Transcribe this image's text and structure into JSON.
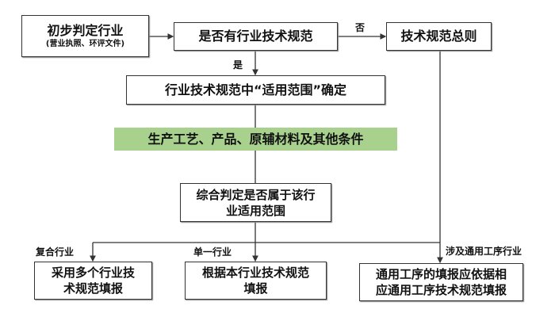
{
  "nodes": {
    "initial": {
      "title": "初步判定行业",
      "subtitle": "(营业执照、环评文件)"
    },
    "has_spec": "是否有行业技术规范",
    "general_rules": "技术规范总则",
    "scope": "行业技术规范中“适用范围”确定",
    "conditions": "生产工艺、产品、原辅材料及其他条件",
    "judge": [
      "综合判定是否属于该行",
      "业适用范围"
    ],
    "multi": [
      "采用多个行业技",
      "术规范填报"
    ],
    "single": [
      "根据本行业技术规范",
      "填报"
    ],
    "common": [
      "通用工序的填报应依据相",
      "应通用工序技术规范填报"
    ]
  },
  "edge_labels": {
    "no": "否",
    "yes": "是",
    "composite": "复合行业",
    "single": "单一行业",
    "common_process": "涉及通用工序行业"
  },
  "colors": {
    "highlight": "#a9d18e",
    "border": "#333333"
  }
}
